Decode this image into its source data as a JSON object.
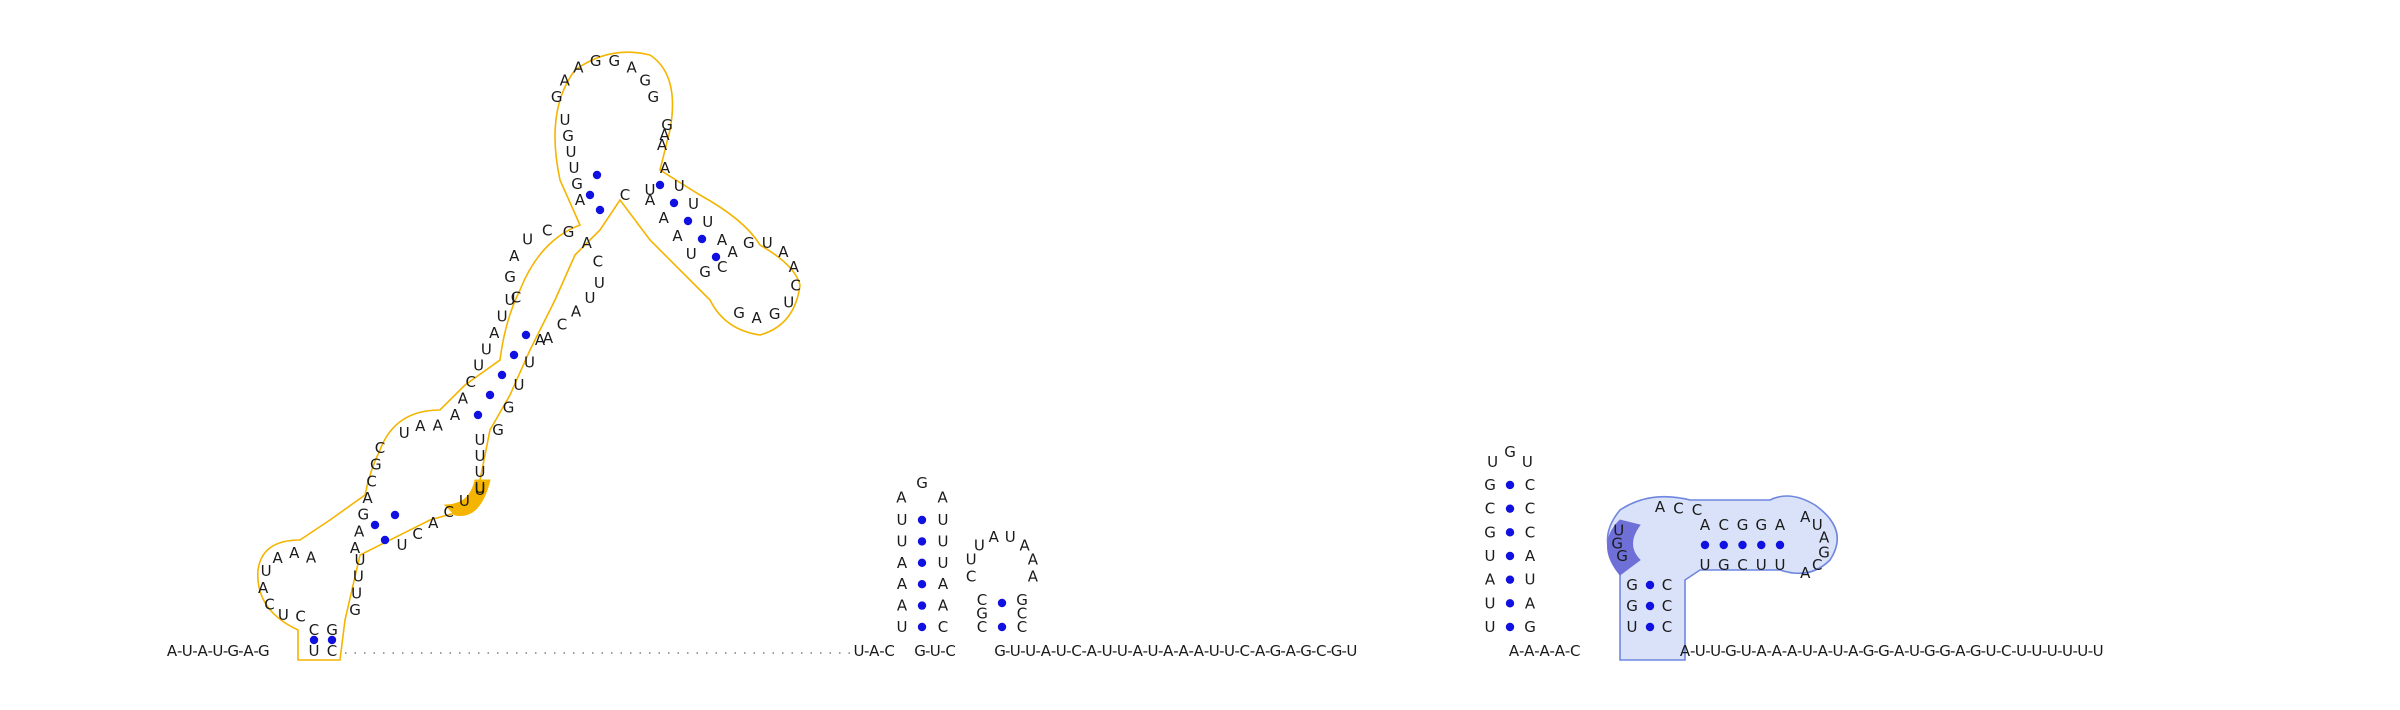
{
  "diagram": {
    "colors": {
      "pair_dot": "#1010e0",
      "dash": "#555555",
      "highlight_orange": "#f4b400",
      "highlight_blue": "#6f86e0",
      "highlight_blue_dark": "#6f6fd8"
    },
    "backbone": {
      "left": "A-U-A-U-G-A-G",
      "middle": "U-A-C",
      "mid2": "G-U-C",
      "tail": "G-U-U-A-U-C-A-U-U-A-U-A-A-A-U-U-C-A-G-A-G-C-G-U",
      "spacer": "A-A-A-A-C",
      "right": "A-U-U-G-U-A-A-A-U-A-U-A-G-G-A-U-G-G-A-G-U-C-U-U-U-U-U-U"
    },
    "hairpin1": {
      "left": [
        "U",
        "U",
        "A",
        "A",
        "A",
        "U"
      ],
      "loop": [
        "A",
        "G",
        "A"
      ],
      "right": [
        "U",
        "U",
        "U",
        "A",
        "A",
        "C"
      ],
      "bottom_left": "A",
      "bottom_right": "G"
    },
    "hairpin2": {
      "stem_left": [
        "C",
        "G",
        "C"
      ],
      "loop": [
        "C",
        "U",
        "U",
        "A",
        "U",
        "A",
        "A",
        "A"
      ],
      "stem_right": [
        "G",
        "C",
        "C"
      ]
    },
    "hairpin3": {
      "left": [
        "G",
        "C",
        "G",
        "U",
        "A",
        "U",
        "U"
      ],
      "loop": [
        "U",
        "G",
        "U"
      ],
      "right": [
        "C",
        "C",
        "C",
        "A",
        "U",
        "A",
        "G"
      ]
    },
    "blue_structure": {
      "stem_left": [
        "G",
        "G",
        "U"
      ],
      "stem_right": [
        "C",
        "C",
        "C"
      ],
      "loop_left": [
        "U",
        "G",
        "G"
      ],
      "top": [
        "A",
        "C",
        "C"
      ],
      "helix_top": [
        "A",
        "C",
        "G",
        "G",
        "A"
      ],
      "helix_bottom": [
        "U",
        "G",
        "C",
        "U",
        "U"
      ],
      "hairpin_tip": [
        "A",
        "U",
        "A",
        "G",
        "C",
        "A"
      ]
    },
    "orange_structure": {
      "base_left": [
        "C",
        "U",
        "C",
        "A",
        "U",
        "U",
        "A",
        "A",
        "A"
      ],
      "base_right": [
        "G",
        "G",
        "U",
        "U",
        "U"
      ],
      "stem1_left": [
        "A",
        "G",
        "A",
        "C",
        "G",
        "C"
      ],
      "stem1_right": [
        "U",
        "C",
        "A",
        "C",
        "U",
        "U"
      ],
      "loop1": [
        "U",
        "A",
        "A"
      ],
      "stem2_left": [
        "C",
        "A",
        "U",
        "U",
        "A",
        "U"
      ],
      "stem2_right": [
        "U",
        "G",
        "G",
        "U",
        "U",
        "A"
      ],
      "bulge2": [
        "A",
        "C",
        "A",
        "U"
      ],
      "stem3_left": [
        "A",
        "G",
        "C",
        "U",
        "G",
        "G",
        "U",
        "U"
      ],
      "stem3_right": [
        "U",
        "C",
        "C",
        "G",
        "A",
        "C"
      ],
      "loop_top": [
        "G",
        "A",
        "A",
        "G",
        "G",
        "A",
        "G",
        "G"
      ],
      "arm_left": [
        "C",
        "U",
        "A",
        "A",
        "A",
        "U",
        "G",
        "A",
        "G"
      ],
      "arm_right": [
        "A",
        "U",
        "U",
        "A",
        "C",
        "A",
        "G",
        "U",
        "A",
        "A",
        "C",
        "U",
        "G"
      ]
    }
  }
}
